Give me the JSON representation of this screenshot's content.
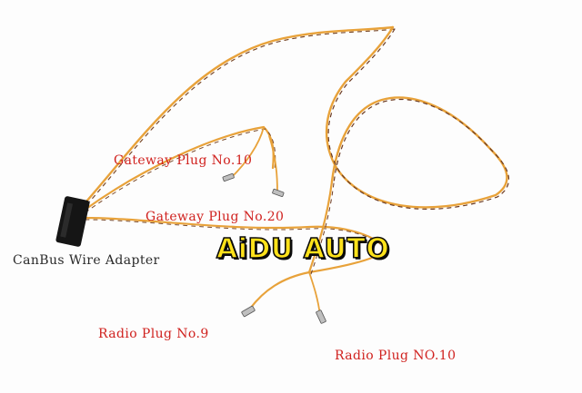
{
  "labels": {
    "gateway_plug_10": "Gateway Plug No.10",
    "gateway_plug_20": "Gateway Plug No.20",
    "canbus_adapter": "CanBus Wire Adapter",
    "radio_plug_9": "Radio Plug No.9",
    "radio_plug_10": "Radio Plug NO.10"
  },
  "logo": {
    "text": "AiDU AUTO"
  },
  "colors": {
    "background": "#fdfdfd",
    "label": "#d0211e",
    "wire_orange": "#e8a23a",
    "wire_brown": "#7a4a2a",
    "logo_fill": "#ffe21a",
    "connector": "#151515"
  }
}
